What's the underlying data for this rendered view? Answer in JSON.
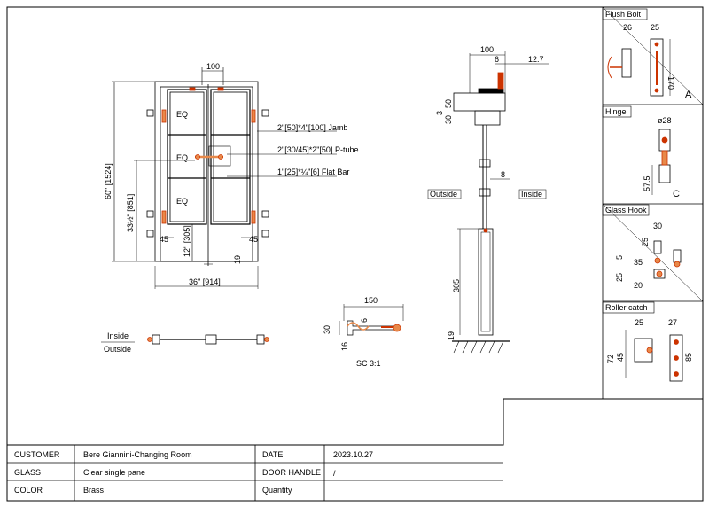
{
  "elevation": {
    "dim_top_gap": "100",
    "label_eq": "EQ",
    "height_label": "60\" [1524]",
    "mid_height_label": "33½\" [851]",
    "low_height_label": "12\" [305]",
    "dim_45": "45",
    "dim_19": "19",
    "width_label": "36\" [914]"
  },
  "callouts": {
    "jamb": "2\"[50]*4\"[100] Jamb",
    "ptube": "2\"[30/45]*2\"[50] P-tube",
    "flatbar": "1\"[25]*¼\"[6] Flat Bar"
  },
  "plan": {
    "inside": "Inside",
    "outside": "Outside"
  },
  "handle_detail": {
    "dim_150": "150",
    "dim_30": "30",
    "dim_6": "6",
    "dim_16": "16",
    "scale": "SC 3:1"
  },
  "section": {
    "dim_100": "100",
    "dim_6": "6",
    "dim_12_7": "12.7",
    "dim_50": "50",
    "dim_3": "3",
    "dim_30": "30",
    "dim_8": "8",
    "outside": "Outside",
    "inside": "Inside",
    "dim_305": "305",
    "dim_19": "19"
  },
  "hardware": {
    "flush_bolt": {
      "title": "Flush Bolt",
      "d1": "26",
      "d2": "25",
      "d3": "170",
      "mark": "A"
    },
    "hinge": {
      "title": "Hinge",
      "d1": "ø28",
      "d2": "57.5",
      "mark": "C"
    },
    "glass_hook": {
      "title": "Glass Hook",
      "d1": "30",
      "d2": "25",
      "d3": "5",
      "d4": "35",
      "d5": "25",
      "d6": "20"
    },
    "roller_catch": {
      "title": "Roller catch",
      "d1": "25",
      "d2": "27",
      "d3": "72",
      "d4": "45",
      "d5": "85"
    }
  },
  "title_block": {
    "customer_label": "CUSTOMER",
    "customer_value": "Bere Giannini-Changing Room",
    "date_label": "DATE",
    "date_value": "2023.10.27",
    "glass_label": "GLASS",
    "glass_value": "Clear single pane",
    "handle_label": "DOOR HANDLE",
    "handle_value": "/",
    "color_label": "COLOR",
    "color_value": "Brass",
    "quantity_label": "Quantity",
    "quantity_value": ""
  },
  "colors": {
    "line": "#000000",
    "accent": "#cc3300",
    "brass": "#e8894a"
  }
}
